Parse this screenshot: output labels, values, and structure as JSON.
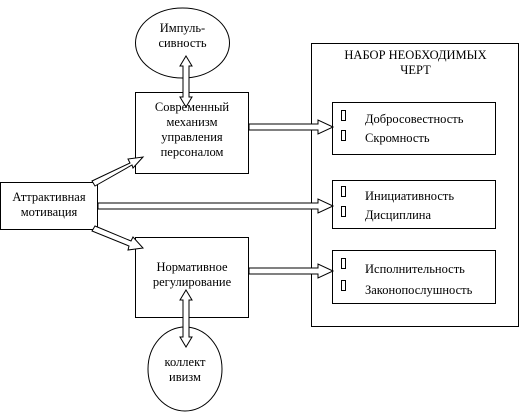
{
  "nodes": {
    "impulsivity": {
      "line1": "Импуль-",
      "line2": "сивность"
    },
    "modern_mechanism": {
      "line1": "Современный",
      "line2": "механизм",
      "line3": "управления",
      "line4": "персоналом"
    },
    "attractive_motivation": {
      "line1": "Аттрактивная",
      "line2": "мотивация"
    },
    "normative_regulation": {
      "line1": "Нормативное",
      "line2": "регулирование"
    },
    "collectivism": {
      "line1": "коллект",
      "line2": "ивизм"
    },
    "traits_panel": {
      "title_line1": "НАБОР НЕОБХОДИМЫХ",
      "title_line2": "ЧЕРТ"
    }
  },
  "trait_groups": [
    {
      "items": [
        "Добросовестность",
        "Скромность"
      ]
    },
    {
      "items": [
        "Инициативность",
        "Дисциплина"
      ]
    },
    {
      "items": [
        "Исполнительность",
        "Законопослушность"
      ]
    }
  ]
}
